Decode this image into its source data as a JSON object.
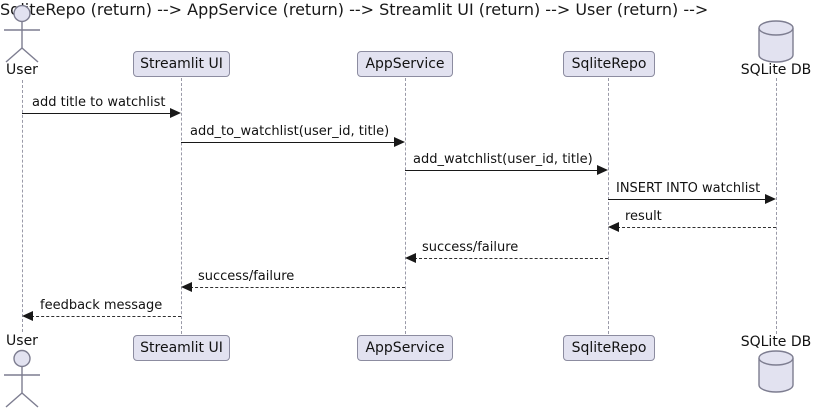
{
  "diagram": {
    "type": "uml-sequence",
    "background": "#FFFFFF",
    "colors": {
      "participant_fill": "#E2E2F0",
      "participant_border": "#8C8CA0",
      "lifeline": "#9A9AA8",
      "arrow": "#181818",
      "text": "#121212"
    },
    "participants": [
      {
        "id": "user",
        "label": "User",
        "kind": "actor"
      },
      {
        "id": "streamlit_ui",
        "label": "Streamlit UI",
        "kind": "participant"
      },
      {
        "id": "app_service",
        "label": "AppService",
        "kind": "participant"
      },
      {
        "id": "sqlite_repo",
        "label": "SqliteRepo",
        "kind": "participant"
      },
      {
        "id": "sqlite_db",
        "label": "SQLite DB",
        "kind": "database"
      }
    ],
    "messages": [
      {
        "from": "User",
        "to": "Streamlit UI",
        "label": "add title to watchlist",
        "style": "solid"
      },
      {
        "from": "Streamlit UI",
        "to": "AppService",
        "label": "add_to_watchlist(user_id, title)",
        "style": "solid"
      },
      {
        "from": "AppService",
        "to": "SqliteRepo",
        "label": "add_watchlist(user_id, title)",
        "style": "solid"
      },
      {
        "from": "SqliteRepo",
        "to": "SQLite DB",
        "label": "INSERT INTO watchlist",
        "style": "solid"
      },
      {
        "from": "SQLite DB",
        "to": "SqliteRepo",
        "label": "result",
        "style": "dashed"
      },
      {
        "from": "SqliteRepo",
        "to": "AppService",
        "label": "success/failure",
        "style": "dashed"
      },
      {
        "from": "AppService",
        "to": "Streamlit UI",
        "label": "success/failure",
        "style": "dashed"
      },
      {
        "from": "Streamlit UI",
        "to": "User",
        "label": "feedback message",
        "style": "dashed"
      }
    ]
  }
}
